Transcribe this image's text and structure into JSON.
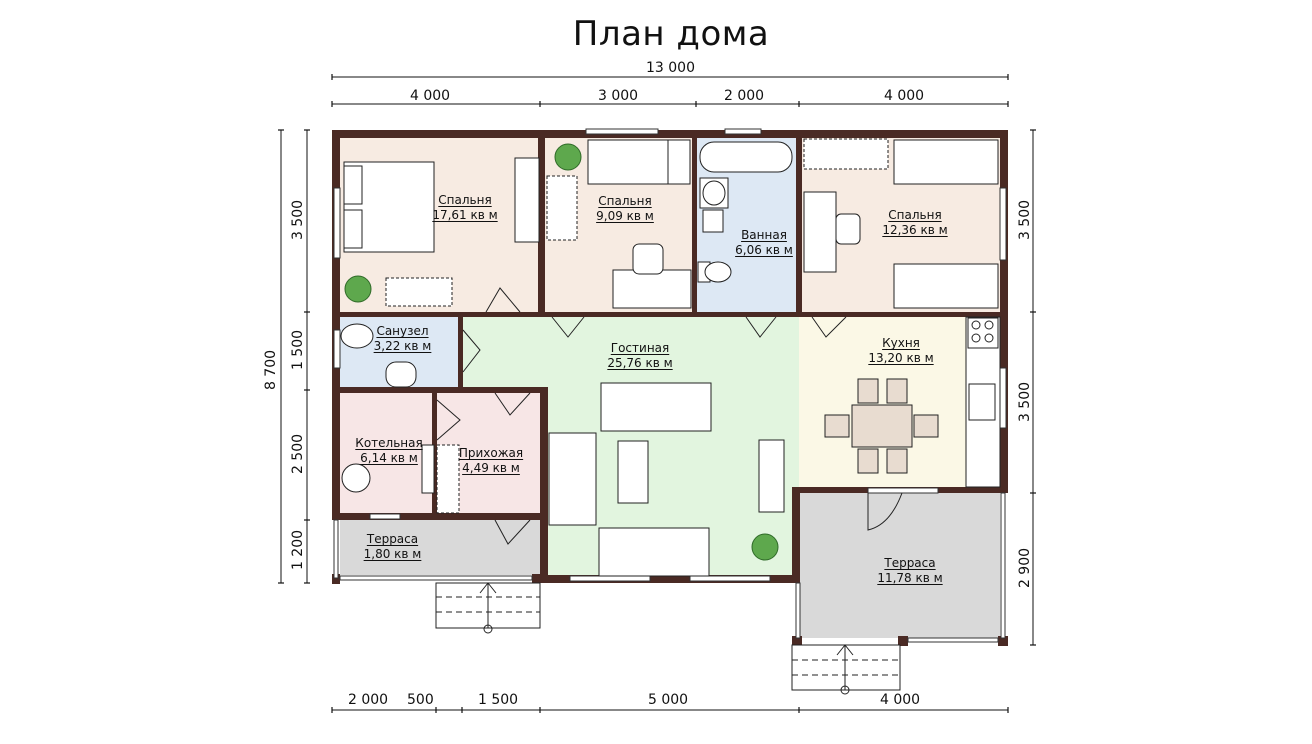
{
  "title": "План дома",
  "colors": {
    "wall": "#4a2a24",
    "bedroom": "#f7ebe2",
    "bathroom": "#dde8f4",
    "living": "#e2f5df",
    "kitchen": "#fbf8e6",
    "boiler_hall": "#f7e6e6",
    "terrace": "#d9d9d9",
    "furniture_fill": "#e8dcd0"
  },
  "dimensions": {
    "top_total": "13 000",
    "top_segments": [
      "4 000",
      "3 000",
      "2 000",
      "4 000"
    ],
    "bottom_segments": [
      "2 000",
      "500",
      "1 500",
      "5 000",
      "4 000"
    ],
    "left_total": "8 700",
    "left_segments": [
      "3 500",
      "1 500",
      "2 500",
      "1 200"
    ],
    "right_segments": [
      "3 500",
      "3 500",
      "2 900"
    ]
  },
  "rooms": [
    {
      "name": "Спальня",
      "area": "17,61 кв м"
    },
    {
      "name": "Спальня",
      "area": "9,09 кв м"
    },
    {
      "name": "Ванная",
      "area": "6,06 кв м"
    },
    {
      "name": "Спальня",
      "area": "12,36 кв м"
    },
    {
      "name": "Санузел",
      "area": "3,22 кв м"
    },
    {
      "name": "Гостиная",
      "area": "25,76 кв м"
    },
    {
      "name": "Кухня",
      "area": "13,20 кв м"
    },
    {
      "name": "Котельная",
      "area": "6,14 кв м"
    },
    {
      "name": "Прихожая",
      "area": "4,49 кв м"
    },
    {
      "name": "Терраса",
      "area": "1,80 кв м"
    },
    {
      "name": "Терраса",
      "area": "11,78 кв м"
    }
  ]
}
